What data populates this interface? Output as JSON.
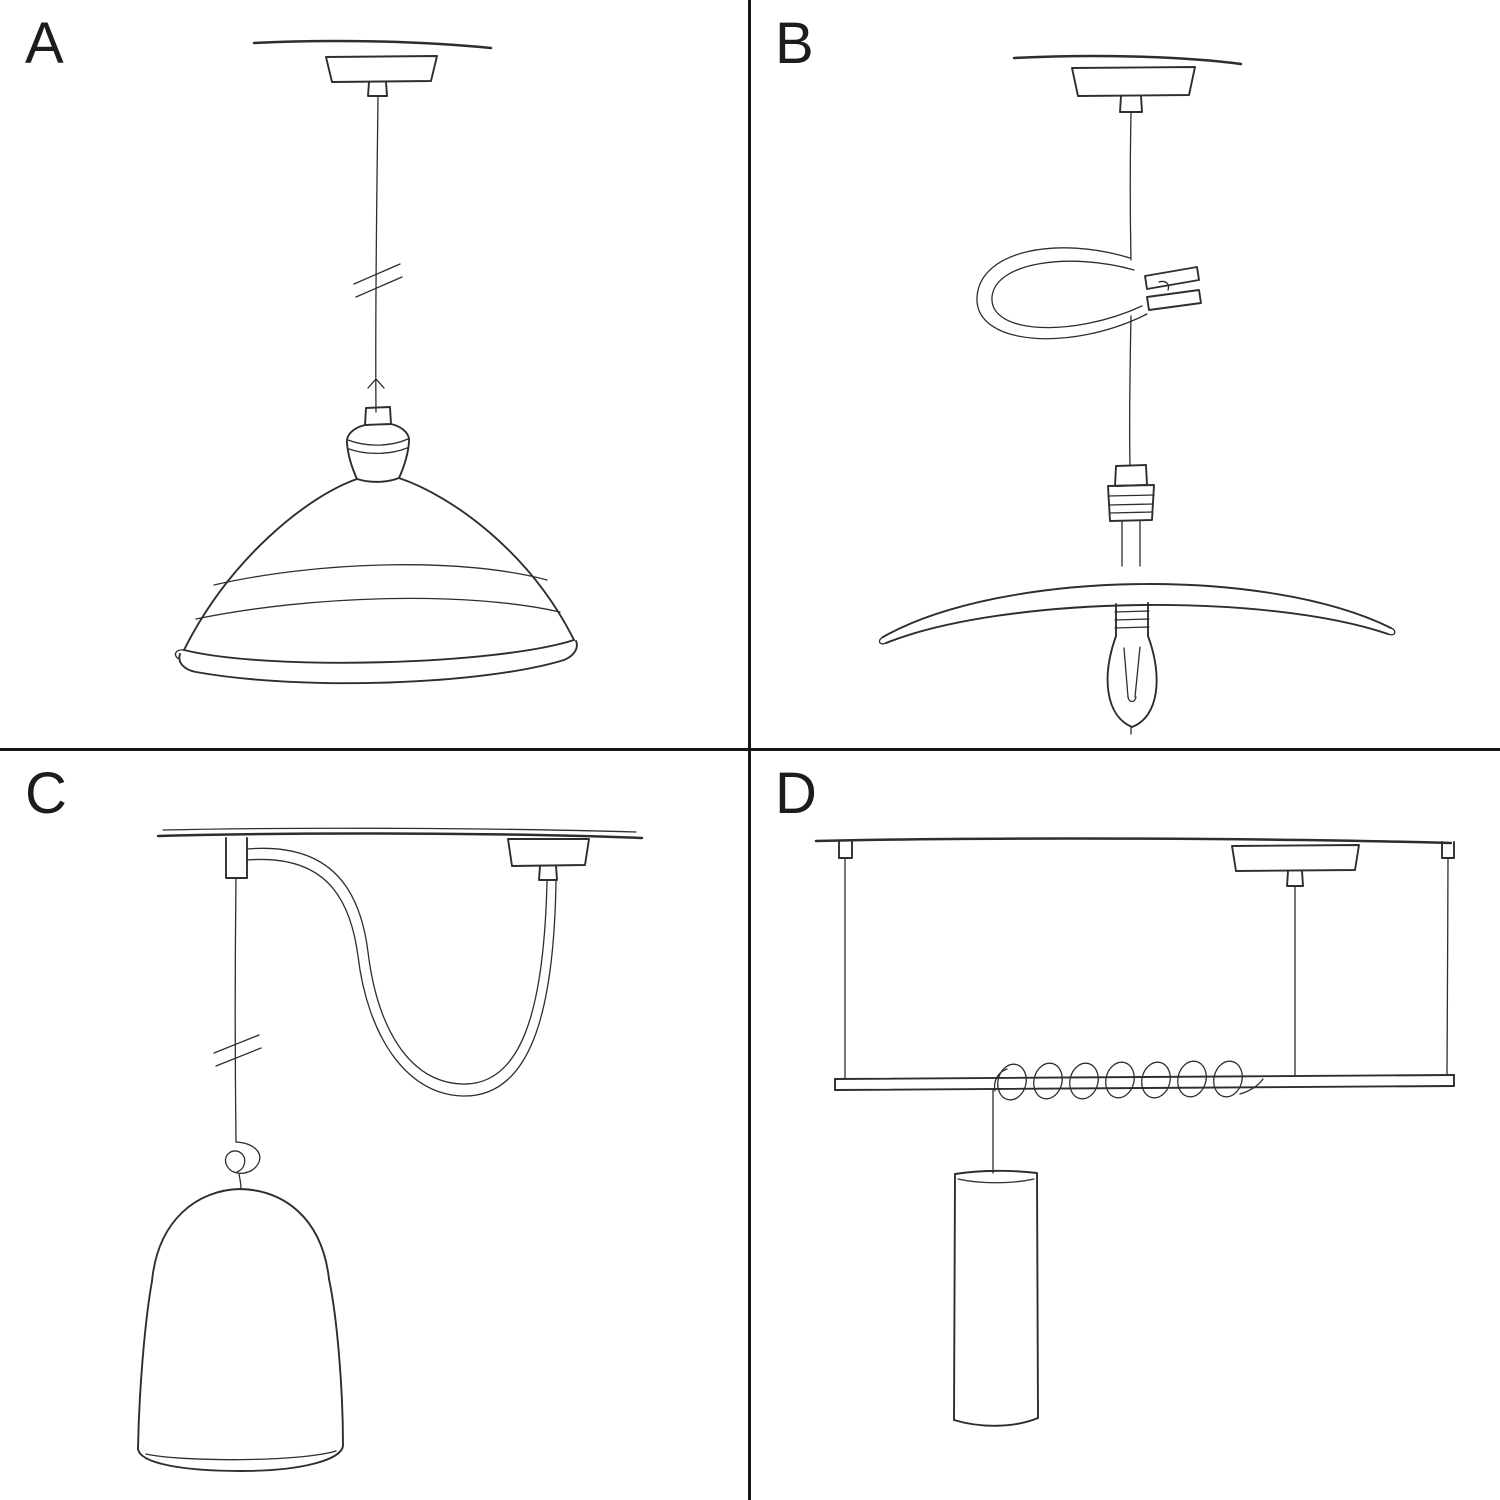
{
  "page": {
    "background_color": "#ffffff",
    "divider_color": "#161616",
    "sketch_stroke_color": "#2e2e2e",
    "letter_color": "#1c1c1c"
  },
  "panels": [
    {
      "label": "A",
      "sketch": "pendant-cable-with-metal-bowl-shade-sketch"
    },
    {
      "label": "B",
      "sketch": "pendant-with-clothespin-clip-plate-shade-and-bulb-sketch"
    },
    {
      "label": "C",
      "sketch": "swag-pendant-with-hook-knot-and-bell-shade-sketch"
    },
    {
      "label": "D",
      "sketch": "suspended-bar-with-coiled-cable-and-cylinder-shade-sketch"
    }
  ]
}
